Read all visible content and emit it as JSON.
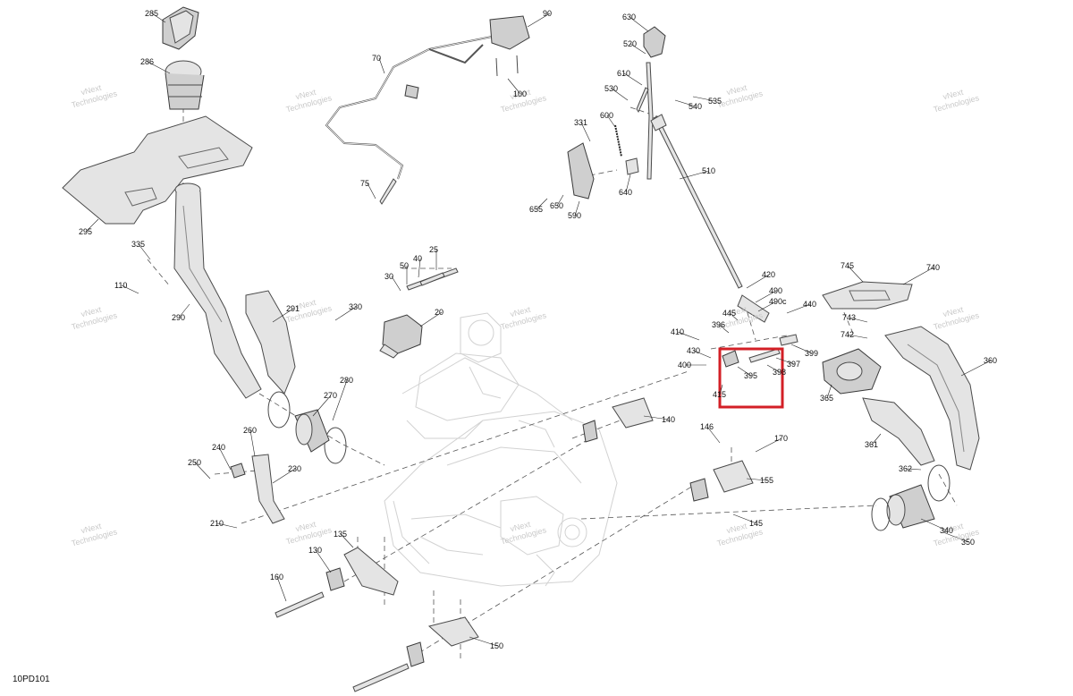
{
  "diagram": {
    "code": "10PD101",
    "watermark_lines": [
      "vNext",
      "Technologies"
    ],
    "highlight_color": "#d31f26",
    "callouts": [
      {
        "id": "285",
        "text": "285"
      },
      {
        "id": "286",
        "text": "286"
      },
      {
        "id": "295",
        "text": "295"
      },
      {
        "id": "335",
        "text": "335"
      },
      {
        "id": "110",
        "text": "110"
      },
      {
        "id": "290",
        "text": "290"
      },
      {
        "id": "291",
        "text": "291"
      },
      {
        "id": "280",
        "text": "280"
      },
      {
        "id": "270",
        "text": "270"
      },
      {
        "id": "260",
        "text": "260"
      },
      {
        "id": "240",
        "text": "240"
      },
      {
        "id": "250",
        "text": "250"
      },
      {
        "id": "230",
        "text": "230"
      },
      {
        "id": "210",
        "text": "210"
      },
      {
        "id": "160",
        "text": "160"
      },
      {
        "id": "130",
        "text": "130"
      },
      {
        "id": "135",
        "text": "135"
      },
      {
        "id": "150",
        "text": "150"
      },
      {
        "id": "70",
        "text": "70"
      },
      {
        "id": "90",
        "text": "90"
      },
      {
        "id": "100",
        "text": "100"
      },
      {
        "id": "75",
        "text": "75"
      },
      {
        "id": "330",
        "text": "330"
      },
      {
        "id": "20",
        "text": "20"
      },
      {
        "id": "25",
        "text": "25"
      },
      {
        "id": "40",
        "text": "40"
      },
      {
        "id": "50",
        "text": "50"
      },
      {
        "id": "30",
        "text": "30"
      },
      {
        "id": "630",
        "text": "630"
      },
      {
        "id": "520",
        "text": "520"
      },
      {
        "id": "610",
        "text": "610"
      },
      {
        "id": "530",
        "text": "530"
      },
      {
        "id": "600",
        "text": "600"
      },
      {
        "id": "331",
        "text": "331"
      },
      {
        "id": "540",
        "text": "540"
      },
      {
        "id": "535",
        "text": "535"
      },
      {
        "id": "510",
        "text": "510"
      },
      {
        "id": "640",
        "text": "640"
      },
      {
        "id": "655",
        "text": "655"
      },
      {
        "id": "650",
        "text": "650"
      },
      {
        "id": "590",
        "text": "590"
      },
      {
        "id": "420",
        "text": "420"
      },
      {
        "id": "490",
        "text": "490"
      },
      {
        "id": "490c",
        "text": "490c"
      },
      {
        "id": "440",
        "text": "440"
      },
      {
        "id": "445",
        "text": "445"
      },
      {
        "id": "396",
        "text": "396"
      },
      {
        "id": "410",
        "text": "410"
      },
      {
        "id": "430",
        "text": "430"
      },
      {
        "id": "400",
        "text": "400"
      },
      {
        "id": "399",
        "text": "399"
      },
      {
        "id": "397",
        "text": "397"
      },
      {
        "id": "398",
        "text": "398"
      },
      {
        "id": "395",
        "text": "395"
      },
      {
        "id": "415",
        "text": "415"
      },
      {
        "id": "140",
        "text": "140"
      },
      {
        "id": "146",
        "text": "146"
      },
      {
        "id": "170",
        "text": "170"
      },
      {
        "id": "155",
        "text": "155"
      },
      {
        "id": "145",
        "text": "145"
      },
      {
        "id": "745",
        "text": "745"
      },
      {
        "id": "740",
        "text": "740"
      },
      {
        "id": "743",
        "text": "743"
      },
      {
        "id": "742",
        "text": "742"
      },
      {
        "id": "360",
        "text": "360"
      },
      {
        "id": "365",
        "text": "365"
      },
      {
        "id": "361",
        "text": "361"
      },
      {
        "id": "362",
        "text": "362"
      },
      {
        "id": "340",
        "text": "340"
      },
      {
        "id": "350",
        "text": "350"
      }
    ]
  }
}
